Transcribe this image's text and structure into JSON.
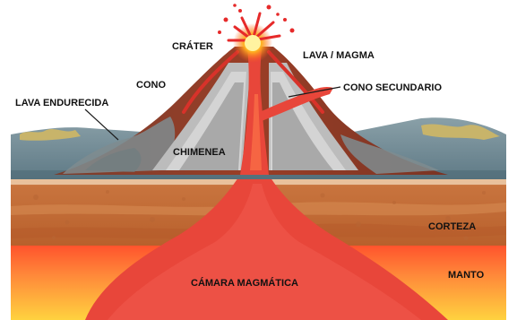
{
  "labels": {
    "crater": "CRÁTER",
    "lava_magma": "LAVA / MAGMA",
    "cono": "CONO",
    "cono_secundario": "CONO SECUNDARIO",
    "lava_endurecida": "LAVA ENDURECIDA",
    "chimenea": "CHIMENEA",
    "corteza": "CORTEZA",
    "manto": "MANTO",
    "camara_magmatica": "CÁMARA MAGMÁTICA"
  },
  "colors": {
    "magma": "#e8463a",
    "magma_bright": "#ff3a1e",
    "crust": "#c8743e",
    "crust_band": "#d98a4e",
    "ground_gray": "#6f8a95",
    "cone_brown": "#8e3e28",
    "vent_gray": "#b9b9b9",
    "mantle_yellow": "#ffc63a"
  }
}
